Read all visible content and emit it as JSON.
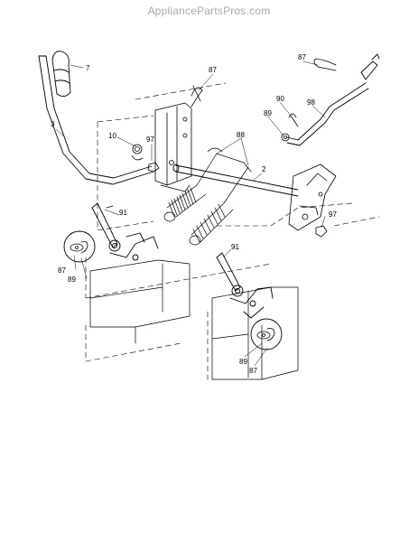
{
  "watermark": "AppliancePartsPros.com",
  "callouts": {
    "handle_grip": "7",
    "lift_handle": "3",
    "spring_small": "10",
    "nut_left": "97",
    "clip_top": "87",
    "springs_pair": "88",
    "cross_shaft": "2",
    "clip_right_top": "87",
    "washer_right": "90",
    "rod_right": "98",
    "washer_right_small": "89",
    "nut_right": "97",
    "link_left": "91",
    "clip_left_detail": "87",
    "washer_left_detail": "89",
    "link_right": "91",
    "washer_right_detail": "89",
    "clip_right_detail": "87"
  },
  "colors": {
    "line": "#000000",
    "watermark": "#a9a9a9",
    "background": "#ffffff"
  }
}
